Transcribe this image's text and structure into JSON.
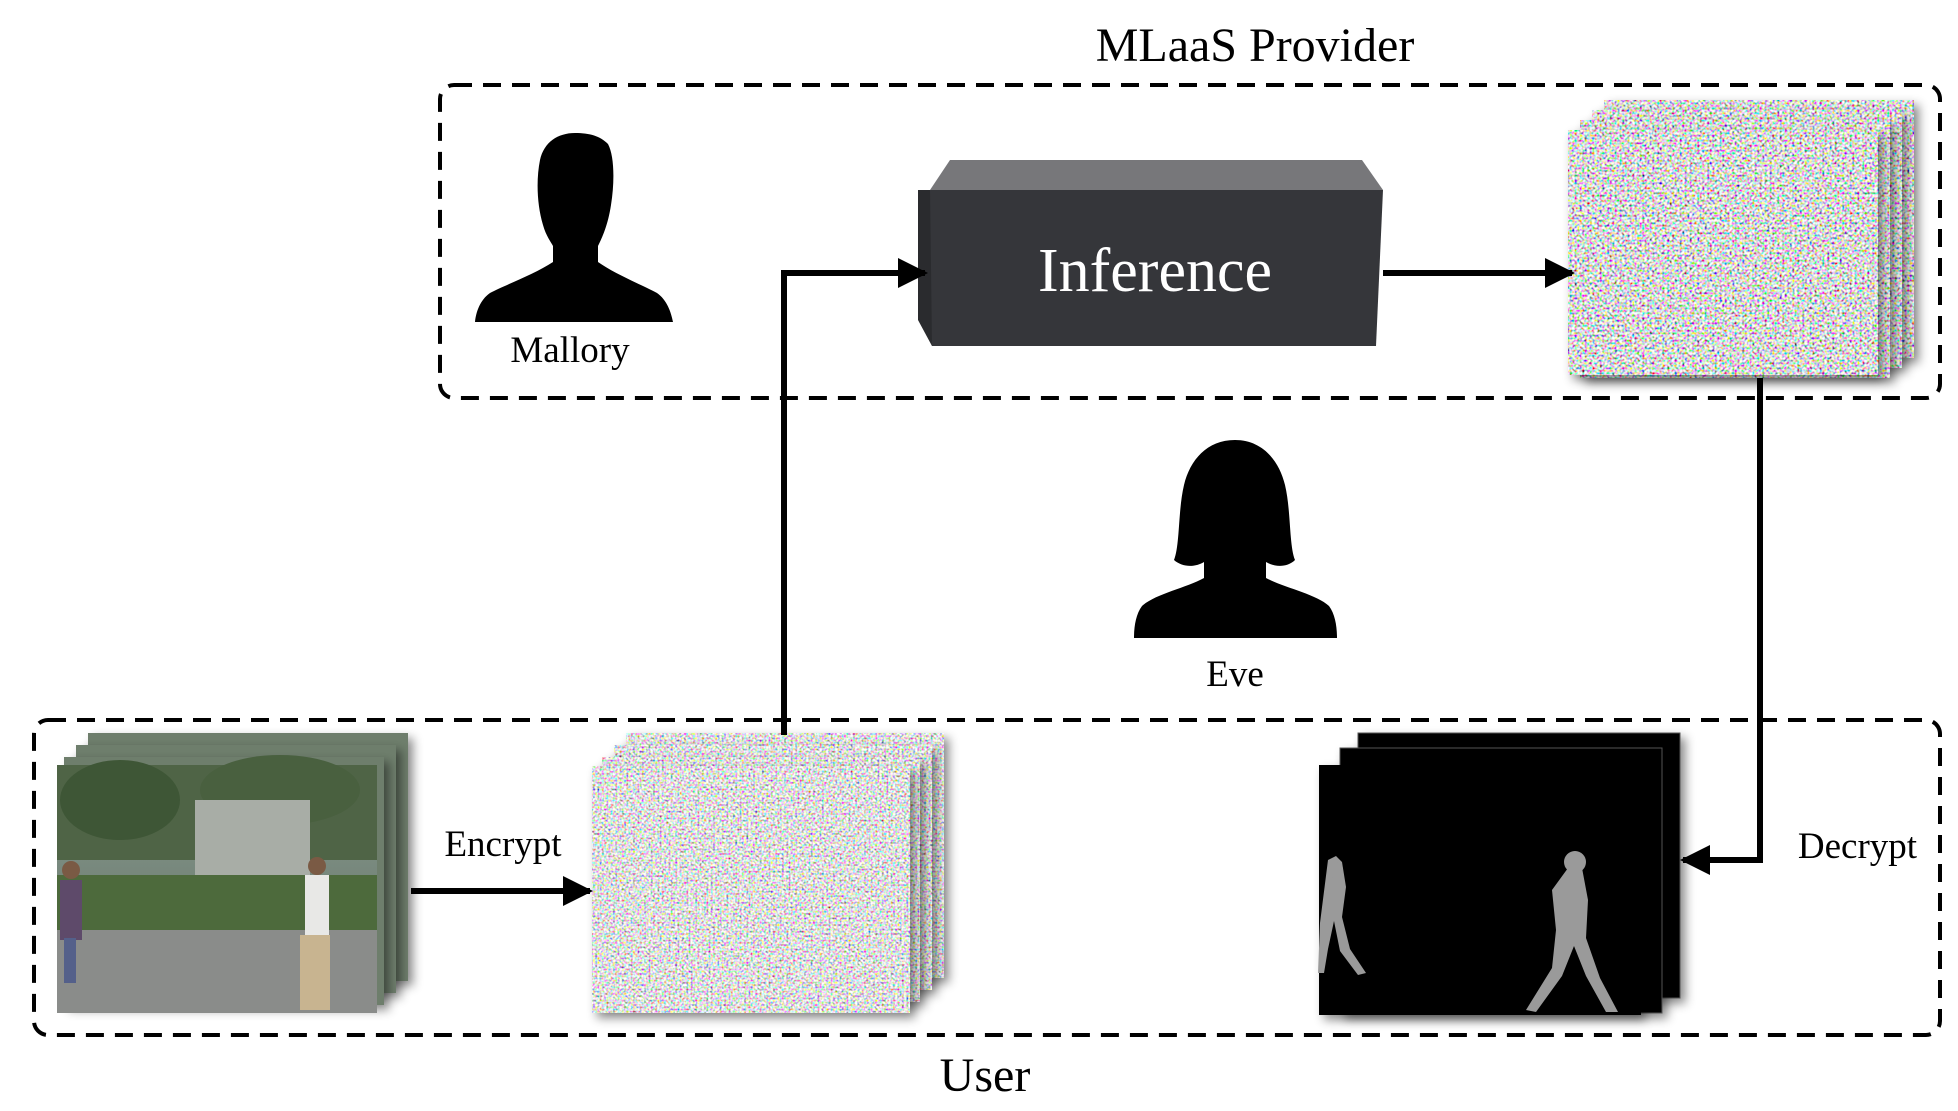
{
  "regions": {
    "provider": {
      "title": "MLaaS Provider"
    },
    "user": {
      "title": "User"
    }
  },
  "actors": {
    "mallory": {
      "label": "Mallory",
      "icon": "male-silhouette-icon"
    },
    "eve": {
      "label": "Eve",
      "icon": "female-silhouette-icon"
    }
  },
  "inference_box": {
    "label": "Inference"
  },
  "edges": {
    "encrypt": {
      "label": "Encrypt"
    },
    "decrypt": {
      "label": "Decrypt"
    }
  },
  "images": {
    "input_frames": "input-video-frames-image",
    "encrypted_input": "encrypted-input-noise-image",
    "encrypted_output": "encrypted-output-noise-image",
    "decrypted_output": "segmentation-mask-frames-image"
  },
  "colors": {
    "stroke": "#000000",
    "box_front": "#35363a",
    "box_top": "#77777a",
    "mask_background": "#000000",
    "mask_person": "#9a9a9a"
  }
}
